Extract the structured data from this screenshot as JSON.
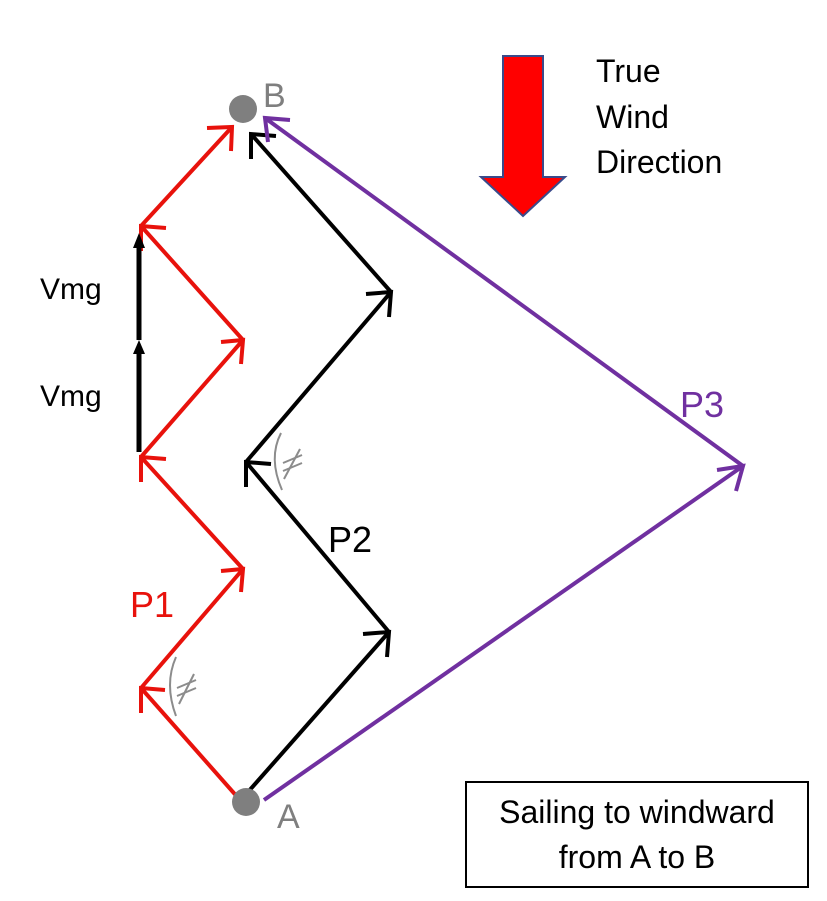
{
  "diagram": {
    "points": {
      "a_label": "A",
      "b_label": "B"
    },
    "wind": {
      "label_line1": "True",
      "label_line2": "Wind",
      "label_line3": "Direction",
      "arrow_color": "#ff0000",
      "arrow_outline": "#3a4a8a"
    },
    "paths": {
      "p1": {
        "label": "P1",
        "color": "#e8120c"
      },
      "p2": {
        "label": "P2",
        "color": "#000000"
      },
      "p3": {
        "label": "P3",
        "color": "#7030a0"
      }
    },
    "vmg": {
      "label_upper": "Vmg",
      "label_lower": "Vmg",
      "color": "#000000"
    },
    "caption": {
      "line1": "Sailing to windward",
      "line2": "from A to B"
    },
    "point_color": "#7f7f7f",
    "angle_mark_color": "#8c8c8c"
  }
}
